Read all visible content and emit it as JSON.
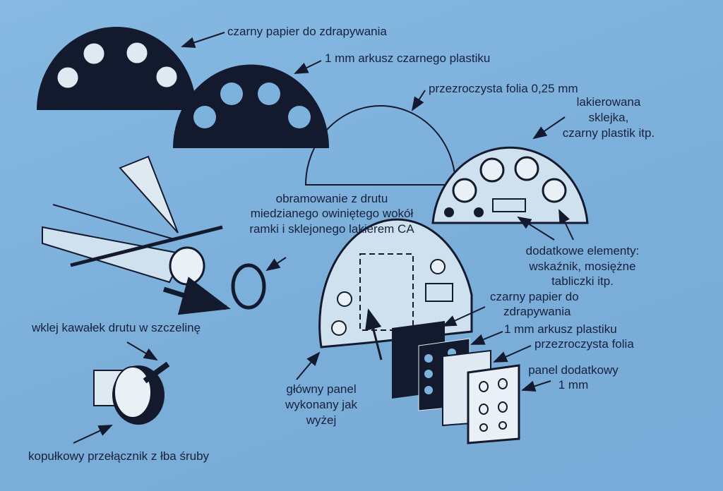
{
  "labels": {
    "scratch_paper_top": "czarny papier do zdrapywania",
    "black_plastic_sheet": "1 mm arkusz czarnego plastiku",
    "clear_foil": "przezroczysta folia 0,25 mm",
    "plywood": [
      "lakierowana",
      "sklejka,",
      "czarny plastik itp."
    ],
    "wire_frame": [
      "obramowanie z drutu",
      "miedzianego owiniętego wokół",
      "ramki i sklejonego lakierem CA"
    ],
    "extra_elements": [
      "dodatkowe elementy:",
      "wskaźnik, mosiężne",
      "tabliczki itp."
    ],
    "scratch_paper_small": [
      "czarny papier do",
      "zdrapywania"
    ],
    "plastic_sheet_small": "1 mm arkusz plastiku",
    "clear_foil_small": "przezroczysta folia",
    "extra_panel": [
      "panel dodatkowy",
      "1 mm"
    ],
    "glue_wire": "wklej kawałek drutu w szczelinę",
    "main_panel": [
      "główny panel",
      "wykonany jak",
      "wyżej"
    ],
    "dome_switch": "kopułkowy przełącznik z łba śruby"
  }
}
